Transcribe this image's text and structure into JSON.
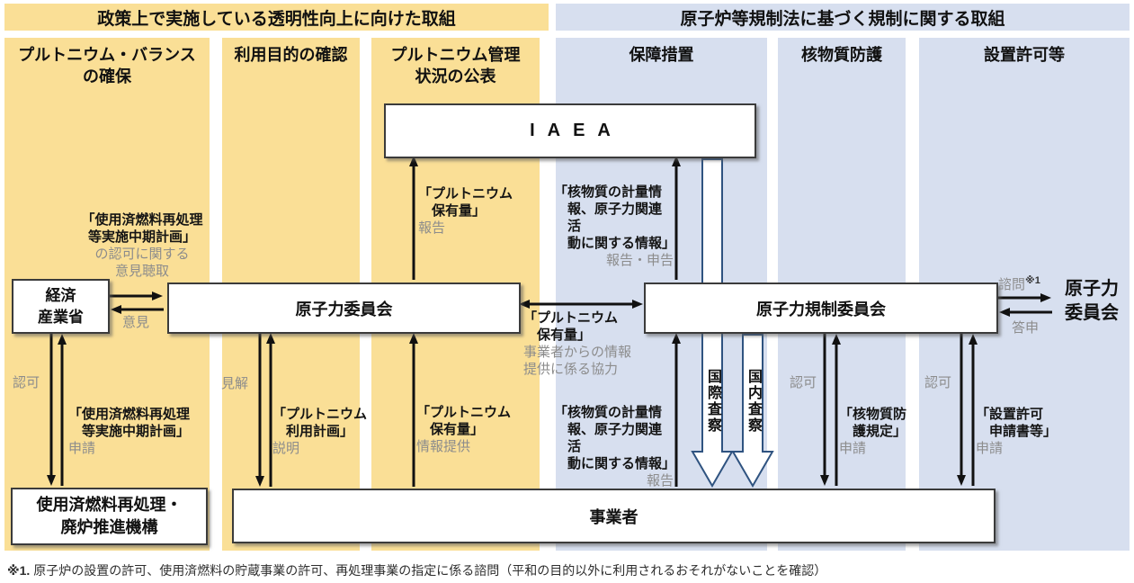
{
  "sections": {
    "policy": "政策上で実施している透明性向上に向けた取組",
    "regulation": "原子炉等規制法に基づく規制に関する取組"
  },
  "columns": [
    {
      "label": [
        "プルトニウム・バランス",
        "の確保"
      ]
    },
    {
      "label": [
        "利用目的の確認"
      ]
    },
    {
      "label": [
        "プルトニウム管理",
        "状況の公表"
      ]
    },
    {
      "label": [
        "保障措置"
      ]
    },
    {
      "label": [
        "核物質防護"
      ]
    },
    {
      "label": [
        "設置許可等"
      ]
    }
  ],
  "boxes": {
    "iaea": "IAEA",
    "meti": [
      "経済",
      "産業省"
    ],
    "aec": "原子力委員会",
    "nra": "原子力規制委員会",
    "aec_right": [
      "原子力",
      "委員会"
    ],
    "ndf": [
      "使用済燃料再処理・",
      "廃炉推進機構"
    ],
    "operators": "事業者"
  },
  "labels": {
    "hearing": {
      "black": [
        "「使用済燃料再処理",
        "等実施中期計画」"
      ],
      "gray": [
        "の認可に関する",
        "意見聴取"
      ]
    },
    "opinion": {
      "gray": [
        "意見"
      ]
    },
    "approval1": {
      "gray": [
        "認可"
      ]
    },
    "application1": {
      "black": [
        "「使用済燃料再処理",
        "等実施中期計画」"
      ],
      "gray": [
        "申請"
      ]
    },
    "view": {
      "gray": [
        "見解"
      ]
    },
    "pu_use_plan": {
      "black": [
        "「プルトニウム",
        "利用計画」"
      ],
      "gray": [
        "説明"
      ]
    },
    "pu_holdings_report": {
      "black": [
        "「プルトニウム",
        "保有量」"
      ],
      "gray": [
        "報告"
      ]
    },
    "pu_holdings_info": {
      "black": [
        "「プルトニウム",
        "保有量」"
      ],
      "gray": [
        "情報提供"
      ]
    },
    "nm_info_iaea": {
      "black": [
        "「核物質の計量情",
        "報、原子力関連活",
        "動に関する情報」"
      ],
      "gray": [
        "報告・申告"
      ]
    },
    "nm_info_nra": {
      "black": [
        "「核物質の計量情",
        "報、原子力関連活",
        "動に関する情報」"
      ],
      "gray": [
        "報告"
      ]
    },
    "pu_holdings_coop": {
      "black": [
        "「プルトニウム",
        "保有量」"
      ],
      "gray": [
        "事業者からの情報",
        "提供に係る協力"
      ]
    },
    "np_rules": {
      "black": [
        "「核物質防",
        "護規定」"
      ],
      "gray": [
        "申請"
      ]
    },
    "approval2": {
      "gray": [
        "認可"
      ]
    },
    "license_app": {
      "black": [
        "「設置許可",
        "申請書等」"
      ],
      "gray": [
        "申請"
      ]
    },
    "approval3": {
      "gray": [
        "認可"
      ]
    },
    "consult": {
      "gray": "諮問",
      "sup": "※1"
    },
    "reply": {
      "gray": [
        "答申"
      ]
    },
    "intl_inspection": "国際査察",
    "domestic_inspection": "国内査察"
  },
  "footnote": {
    "marker": "※1.",
    "text": "原子炉の設置の許可、使用済燃料の貯蔵事業の許可、再処理事業の指定に係る諮問（平和の目的以外に利用されるおそれがないことを確認）"
  },
  "colors": {
    "yellow": "#FADF96",
    "blue": "#D7DFEF",
    "arrow_black": "#111111",
    "hollow_arrow_outline": "#2F5380",
    "gray_text": "#8C8C8C"
  }
}
